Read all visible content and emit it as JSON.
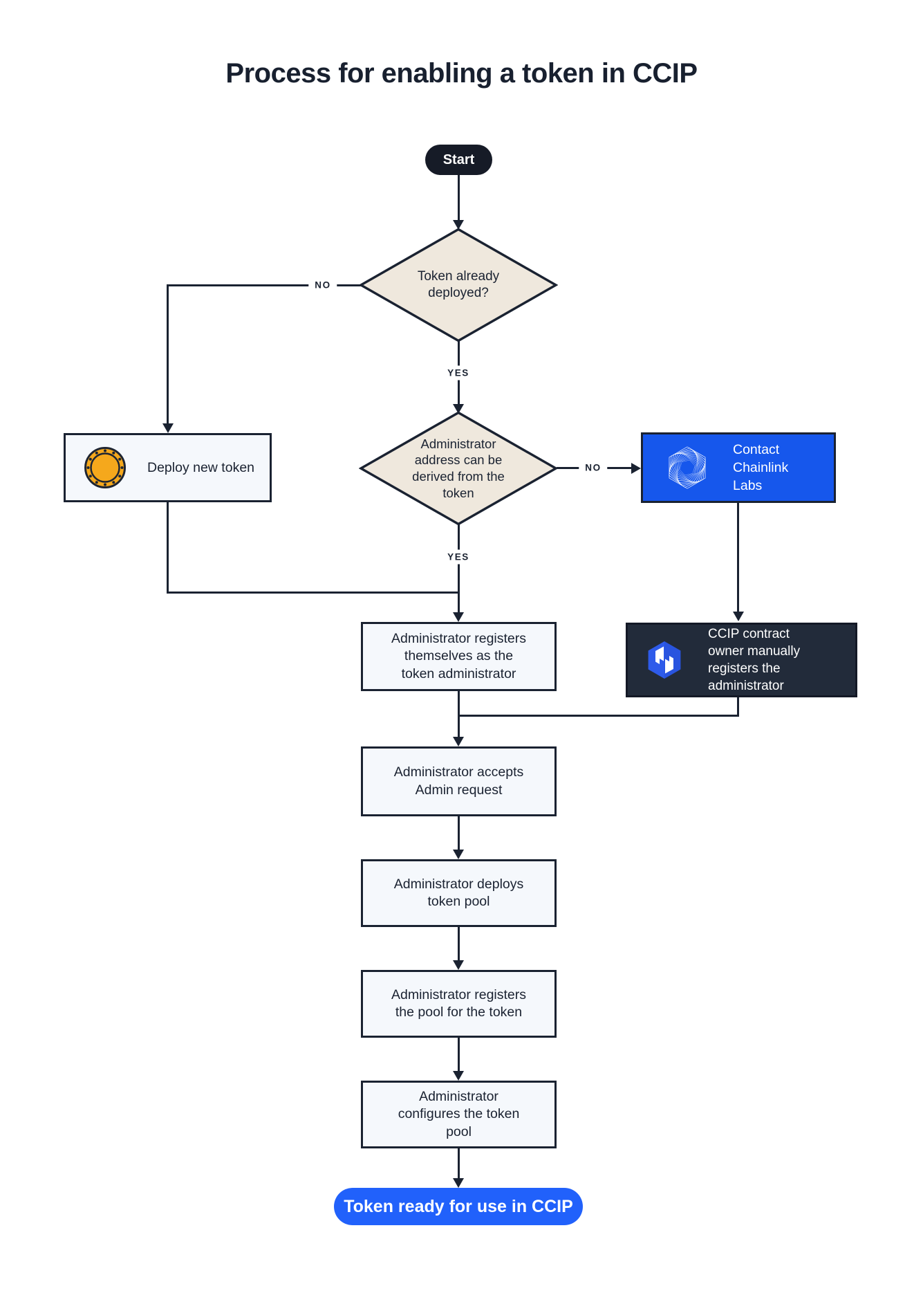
{
  "title": "Process for enabling a token in CCIP",
  "colors": {
    "ink": "#1A2231",
    "diamond_fill": "#EFE8DD",
    "process_box_fill": "#F5F8FC",
    "contact_blue": "#1657EC",
    "end_pill_blue": "#2161FB",
    "dark_node": "#222B3A",
    "start_pill": "#161B27",
    "coin_gold": "#F5A81C"
  },
  "nodes": {
    "start": {
      "label": "Start"
    },
    "decision_token_deployed": {
      "label": "Token already deployed?"
    },
    "deploy_new_token": {
      "label": "Deploy new token",
      "icon": "coin-icon"
    },
    "decision_admin_derivable": {
      "label": "Administrator address can be derived from the token"
    },
    "contact_chainlink": {
      "label": "Contact Chainlink Labs",
      "icon": "chainlink-labs-logo"
    },
    "manual_register": {
      "label": "CCIP contract owner manually registers the administrator",
      "icon": "ccip-cube-logo"
    },
    "register_admin": {
      "label": "Administrator registers themselves as the token administrator"
    },
    "accept_request": {
      "label": "Administrator accepts Admin request"
    },
    "deploy_pool": {
      "label": "Administrator deploys token pool"
    },
    "register_pool": {
      "label": "Administrator registers the pool for the token"
    },
    "configure_pool": {
      "label": "Administrator configures the token pool"
    },
    "end": {
      "label": "Token ready for use in CCIP"
    }
  },
  "edges": {
    "decision1_no": "NO",
    "decision1_yes": "YES",
    "decision2_no": "NO",
    "decision2_yes": "YES"
  }
}
